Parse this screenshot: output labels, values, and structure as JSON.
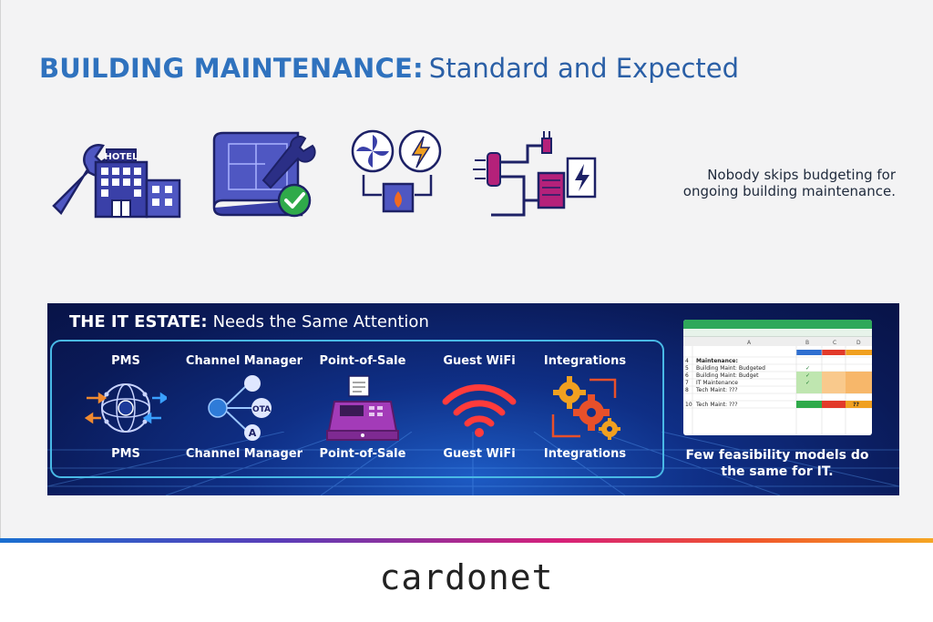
{
  "header": {
    "title_bold": "BUILDING MAINTENANCE:",
    "title_light": "Standard and Expected"
  },
  "icons": {
    "hotel_sign": "HOTEL",
    "items": [
      "wrench-hotel-icon",
      "blueprint-wrench-icon",
      "hvac-fan-power-icon",
      "plumbing-electric-icon"
    ]
  },
  "side_note": "Nobody skips budgeting for ongoing building maintenance.",
  "it_estate": {
    "title_bold": "THE IT ESTATE:",
    "title_light": "Needs the Same Attention",
    "columns": [
      {
        "label_top": "PMS",
        "label_bottom": "PMS",
        "icon": "pms-globe-icon"
      },
      {
        "label_top": "Channel Manager",
        "label_bottom": "Channel Manager",
        "icon": "channel-manager-icon",
        "nodes": [
          "OTA",
          "A"
        ]
      },
      {
        "label_top": "Point-of-Sale",
        "label_bottom": "Point-of-Sale",
        "icon": "cash-register-icon"
      },
      {
        "label_top": "Guest WiFi",
        "label_bottom": "Guest WiFi",
        "icon": "wifi-icon"
      },
      {
        "label_top": "Integrations",
        "label_bottom": "Integrations",
        "icon": "gears-icon"
      }
    ],
    "spreadsheet": {
      "column_headers": [
        "A",
        "B",
        "C",
        "D"
      ],
      "rows": [
        {
          "num": "4",
          "label": "Maintenance:",
          "check": "",
          "flag": ""
        },
        {
          "num": "5",
          "label": "Building Maint: Budgeted",
          "check": "✓",
          "flag": ""
        },
        {
          "num": "6",
          "label": "Building Maint: Budget",
          "check": "✓",
          "flag": ""
        },
        {
          "num": "7",
          "label": "IT Maintenance",
          "check": "✓",
          "flag": ""
        },
        {
          "num": "8",
          "label": "Tech Maint: ???",
          "check": "",
          "flag": ""
        },
        {
          "num": "10",
          "label": "Tech Maint: ???",
          "check": "",
          "flag": "??"
        }
      ]
    },
    "caption": "Few feasibility models do the same for IT."
  },
  "footer": {
    "brand": "cardonet"
  },
  "colors": {
    "title_blue": "#2f72be",
    "banner_navy": "#0a1a58",
    "frame_cyan": "#49b9e6",
    "icon_navy": "#2b2f86",
    "accent_orange": "#f0a020"
  }
}
